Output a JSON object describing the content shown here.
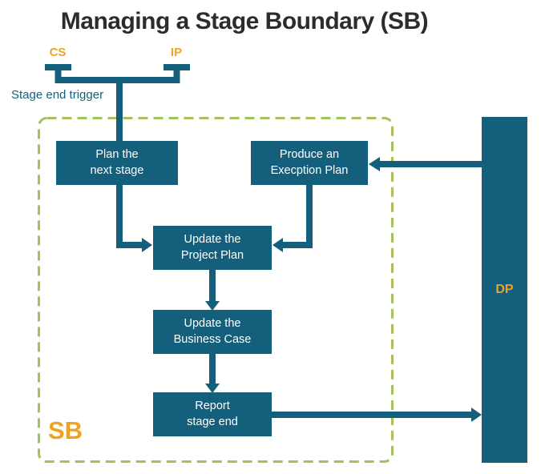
{
  "title": "Managing a Stage Boundary (SB)",
  "labels": {
    "cs": "CS",
    "ip": "IP",
    "stage_end_trigger": "Stage end trigger",
    "sb": "SB",
    "dp": "DP"
  },
  "boxes": {
    "plan_next_stage": {
      "line1": "Plan the",
      "line2": "next stage"
    },
    "produce_exception_plan": {
      "line1": "Produce an",
      "line2": "Execption Plan"
    },
    "update_project_plan": {
      "line1": "Update the",
      "line2": "Project Plan"
    },
    "update_business_case": {
      "line1": "Update the",
      "line2": "Business Case"
    },
    "report_stage_end": {
      "line1": "Report",
      "line2": "stage end"
    }
  },
  "connections": [
    {
      "from": "cs_ip_stage_end_trigger",
      "to": "plan_next_stage"
    },
    {
      "from": "plan_next_stage",
      "to": "update_project_plan"
    },
    {
      "from": "dp",
      "to": "produce_exception_plan"
    },
    {
      "from": "produce_exception_plan",
      "to": "update_project_plan"
    },
    {
      "from": "update_project_plan",
      "to": "update_business_case"
    },
    {
      "from": "update_business_case",
      "to": "report_stage_end"
    },
    {
      "from": "report_stage_end",
      "to": "dp"
    }
  ],
  "colors": {
    "teal": "#145f7b",
    "orange": "#efa31e",
    "dashed_green": "#a3c25e",
    "title_text": "#2c2c2c"
  }
}
